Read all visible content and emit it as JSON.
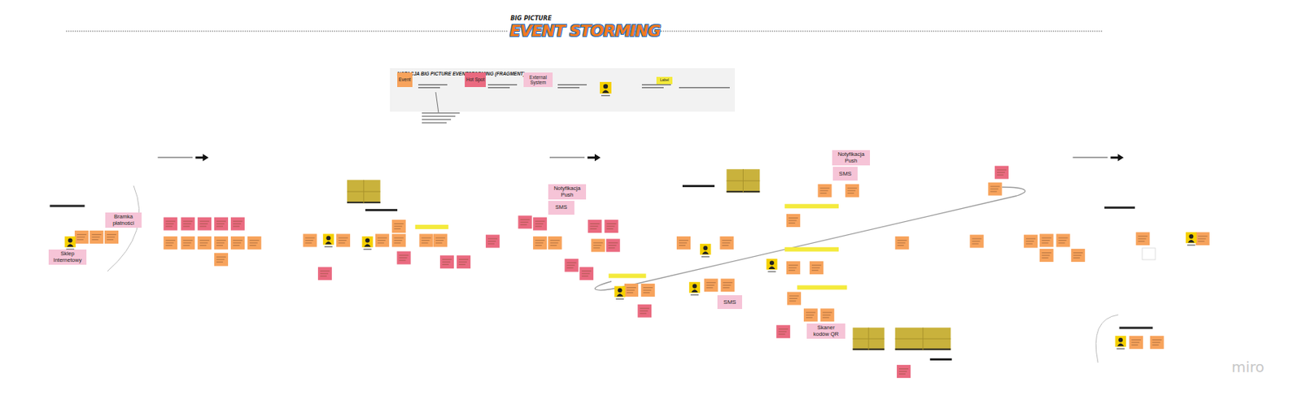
{
  "diagram": {
    "title": "EVENT STORMING",
    "nodes": [
      {
        "text": [
          "NOTACJA BIG PICTURE EVENTSTORMING (FRAGMENT)"
        ]
      },
      {
        "text": [
          "Sklep Internetowy"
        ]
      },
      {
        "text": [
          "Bramka płatności"
        ]
      },
      {
        "text": [
          "Notyfikacja Push"
        ]
      },
      {
        "text": [
          "SMS"
        ]
      },
      {
        "text": [
          "SMS"
        ]
      },
      {
        "text": [
          "Skaner kodów QR"
        ]
      },
      {
        "text": [
          "Notyfikacja Push"
        ]
      },
      {
        "text": [
          "SMS"
        ]
      }
    ],
    "labels": [
      "BIG PICTURE",
      "miro"
    ],
    "legend": [
      {
        "text": "Event",
        "color": "#f7a35c"
      },
      {
        "text": "Hot Spot",
        "color": "#ea6a80"
      },
      {
        "text": "External System",
        "color": "#f6c4d7"
      },
      {
        "text": "Label",
        "color": "#f4ea3c"
      }
    ]
  }
}
